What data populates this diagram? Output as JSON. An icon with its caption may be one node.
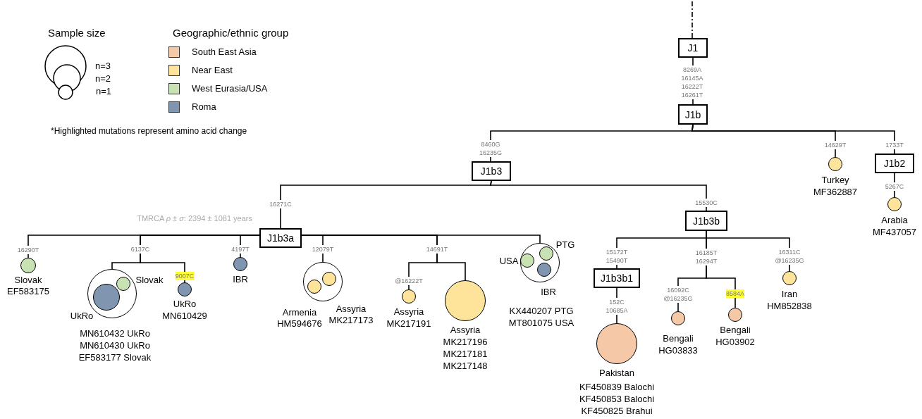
{
  "diagram": {
    "nodes": [
      {
        "text": [
          "J1"
        ]
      },
      {
        "text": [
          "J1b"
        ]
      },
      {
        "text": [
          "J1b3"
        ]
      },
      {
        "text": [
          "J1b3a"
        ],
        "beside": [
          "TMRCA *ρ* ± *σ*: 2394 ± 1081 years"
        ]
      },
      {
        "text": [],
        "shape": "circle",
        "beside": [
          "Slovak",
          "EF583175"
        ]
      },
      {
        "text": [],
        "shape": "circle",
        "beside": [
          "MN610432 UkRo",
          "MN610430 UkRo",
          "EF583177 Slovak"
        ]
      },
      {
        "text": [],
        "shape": "circle",
        "in": 5,
        "beside": [
          "UkRo"
        ]
      },
      {
        "text": [],
        "shape": "circle",
        "in": 5,
        "beside": [
          "Slovak"
        ]
      },
      {
        "text": [],
        "shape": "circle",
        "beside": [
          "9007C",
          "UkRo",
          "MN610429"
        ]
      },
      {
        "text": [],
        "shape": "circle",
        "beside": [
          "IBR"
        ]
      },
      {
        "text": [],
        "shape": "circle"
      },
      {
        "text": [],
        "shape": "circle",
        "in": 10,
        "beside": [
          "Armenia",
          "HM594676"
        ]
      },
      {
        "text": [],
        "shape": "circle",
        "in": 10,
        "beside": [
          "Assyria",
          "MK217173"
        ]
      },
      {
        "text": [],
        "shape": "circle",
        "beside": [
          "@16222T",
          "Assyria",
          "MK217191"
        ]
      },
      {
        "text": [],
        "shape": "circle",
        "beside": [
          "Assyria",
          "MK217196",
          "MK217181",
          "MK217148"
        ]
      },
      {
        "text": [],
        "shape": "circle",
        "beside": [
          "KX440207 PTG",
          "MT801075 USA"
        ]
      },
      {
        "text": [],
        "shape": "circle",
        "in": 15,
        "beside": [
          "USA"
        ]
      },
      {
        "text": [],
        "shape": "circle",
        "in": 15,
        "beside": [
          "PTG"
        ]
      },
      {
        "text": [],
        "shape": "circle",
        "in": 15,
        "beside": [
          "IBR"
        ]
      },
      {
        "text": [
          "J1b3b"
        ]
      },
      {
        "text": [
          "J1b3b1"
        ]
      },
      {
        "text": [],
        "shape": "circle",
        "beside": [
          "Pakistan",
          "KF450839 Balochi",
          "KF450853 Balochi",
          "KF450825 Brahui"
        ]
      },
      {
        "text": [],
        "shape": "circle",
        "beside": [
          "16092C @16235G",
          "Bengali",
          "HG03833"
        ]
      },
      {
        "text": [],
        "shape": "circle",
        "beside": [
          "8584A",
          "Bengali",
          "HG03902"
        ]
      },
      {
        "text": [],
        "shape": "circle",
        "beside": [
          "Iran",
          "HM852838"
        ]
      },
      {
        "text": [],
        "shape": "circle",
        "beside": [
          "Turkey",
          "MF362887"
        ]
      },
      {
        "text": [
          "J1b2"
        ]
      },
      {
        "text": [],
        "shape": "circle",
        "beside": [
          "Arabia",
          "MF437057"
        ]
      }
    ],
    "edges": [
      {
        "from": null,
        "to": 0,
        "arrow": "none",
        "style": "dashed"
      },
      {
        "from": 0,
        "to": 1,
        "arrow": "none",
        "label": "8269A 16145A 16222T 16261T"
      },
      {
        "from": 1,
        "to": 2,
        "arrow": "none",
        "label": "8460G 16235G"
      },
      {
        "from": 1,
        "to": 25,
        "arrow": "none",
        "label": "14629T"
      },
      {
        "from": 1,
        "to": 26,
        "arrow": "none",
        "label": "1733T"
      },
      {
        "from": 2,
        "to": 3,
        "arrow": "none",
        "label": "16271C"
      },
      {
        "from": 2,
        "to": 19,
        "arrow": "none",
        "label": "15530C"
      },
      {
        "from": 3,
        "to": 4,
        "arrow": "none",
        "label": "16290T"
      },
      {
        "from": 3,
        "to": 5,
        "arrow": "none",
        "label": "6137C"
      },
      {
        "from": 3,
        "to": 8,
        "arrow": "none"
      },
      {
        "from": 3,
        "to": 9,
        "arrow": "none",
        "label": "4197T"
      },
      {
        "from": 3,
        "to": 10,
        "arrow": "none",
        "label": "12079T"
      },
      {
        "from": 3,
        "to": 13,
        "arrow": "none",
        "label": "14691T"
      },
      {
        "from": 3,
        "to": 14,
        "arrow": "none"
      },
      {
        "from": 3,
        "to": 15,
        "arrow": "none"
      },
      {
        "from": 19,
        "to": 20,
        "arrow": "none",
        "label": "15172T 15490T"
      },
      {
        "from": 19,
        "to": 22,
        "arrow": "none",
        "label": "16185T 16294T"
      },
      {
        "from": 19,
        "to": 23,
        "arrow": "none"
      },
      {
        "from": 19,
        "to": 24,
        "arrow": "none",
        "label": "16311C @16235G"
      },
      {
        "from": 20,
        "to": 21,
        "arrow": "none",
        "label": "152C 10685A"
      },
      {
        "from": 26,
        "to": 27,
        "arrow": "none",
        "label": "5267C"
      }
    ],
    "labels": [
      "Sample size",
      "Geographic/ethnic group",
      "*Highlighted mutations represent amino acid change"
    ],
    "legend": [
      {
        "text": "n=3"
      },
      {
        "text": "n=2"
      },
      {
        "text": "n=1"
      },
      {
        "text": "South East Asia",
        "color": "#f5c8a8"
      },
      {
        "text": "Near East",
        "color": "#fde49a"
      },
      {
        "text": "West Eurasia/USA",
        "color": "#c9e2b3"
      },
      {
        "text": "Roma",
        "color": "#8095b0"
      }
    ]
  }
}
